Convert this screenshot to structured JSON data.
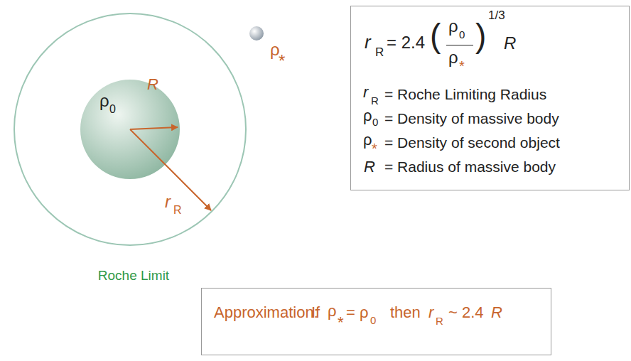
{
  "diagram": {
    "nodes": [
      {
        "text": [
          "r",
          "R",
          "= 2.4",
          "(",
          "ρ",
          "0",
          "ρ",
          "*",
          ")",
          "1/3",
          "R",
          "r",
          "R",
          "= Roche Limiting Radius",
          "ρ",
          "0",
          "= Density of massive body",
          "ρ",
          "*",
          "= Density of second object",
          "R",
          "= Radius of massive body"
        ]
      },
      {
        "text": [
          "Approximation:",
          "If",
          "ρ",
          "*",
          "= ρ",
          "0",
          "then",
          "r",
          "R",
          "~ 2.4",
          "R"
        ]
      }
    ],
    "labels": [
      "ρ",
      "0",
      "R",
      "r",
      "R",
      "ρ",
      "*",
      "Roche Limit"
    ]
  }
}
